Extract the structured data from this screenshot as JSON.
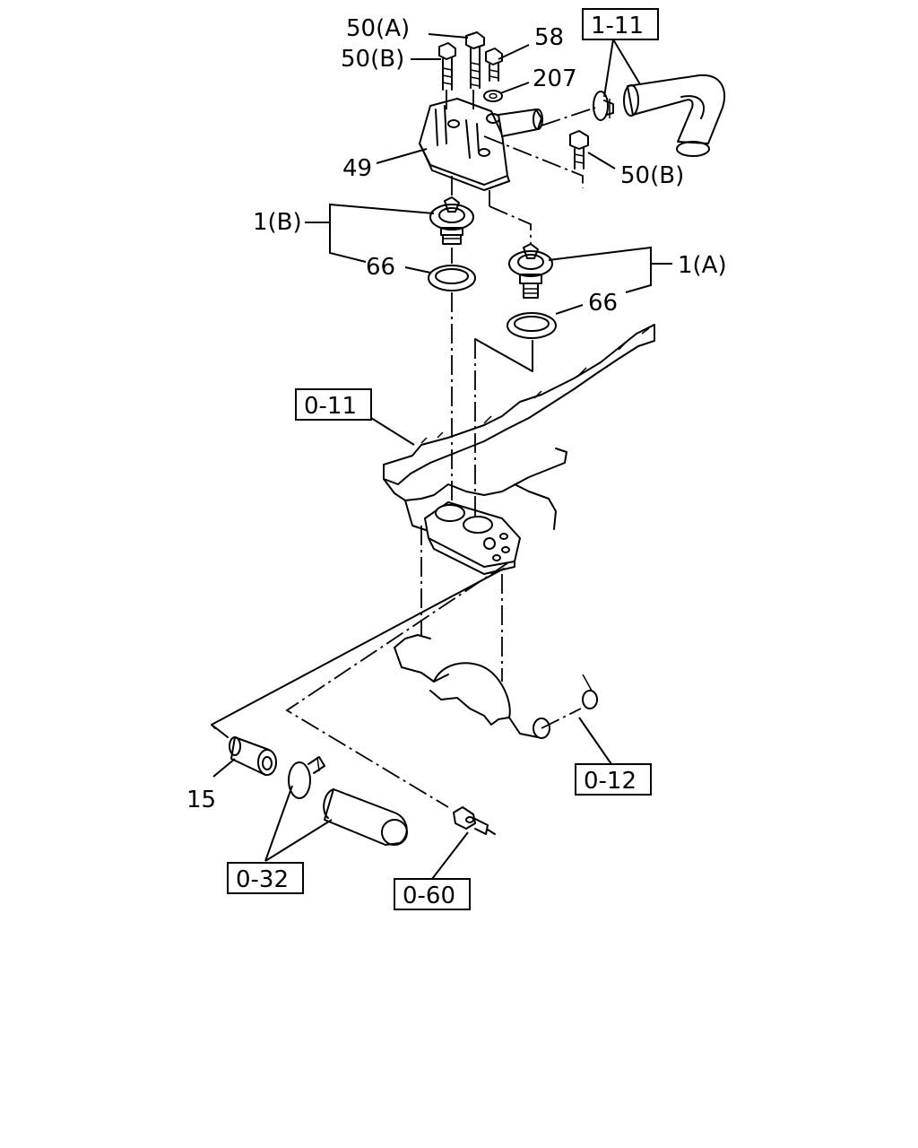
{
  "labels": {
    "p50a": "50(A)",
    "p50b_top": "50(B)",
    "p58": "58",
    "p207": "207",
    "p49": "49",
    "p50b_right": "50(B)",
    "p1b": "1(B)",
    "p66_left": "66",
    "p1a": "1(A)",
    "p66_right": "66",
    "p15": "15"
  },
  "refs": {
    "r1_11": "1-11",
    "r0_11": "0-11",
    "r0_12": "0-12",
    "r0_32": "0-32",
    "r0_60": "0-60"
  }
}
